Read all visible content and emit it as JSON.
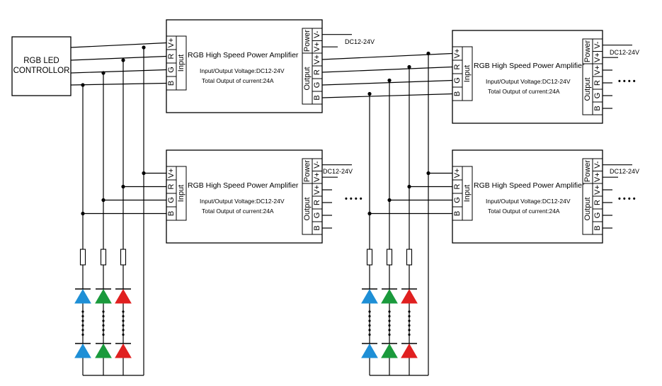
{
  "controller": {
    "line1": "RGB LED",
    "line2": "CONTROLLOR"
  },
  "amplifier": {
    "title": "RGB  High  Speed Power Amplifier",
    "spec_voltage": "Input/Output Voltage:DC12-24V",
    "spec_current": "Total Output of current:24A",
    "input_label": "Input",
    "output_label": "Output",
    "power_label": "Power",
    "input_pins": [
      "V+",
      "R",
      "G",
      "B"
    ],
    "output_pins": [
      "B",
      "G",
      "R",
      "V+"
    ],
    "power_pins": [
      "V+",
      "V-"
    ]
  },
  "power_supply_label": "DC12-24V",
  "continuation_dots": "• • • •",
  "led_colors": {
    "blue": "#1e8fd6",
    "green": "#1a9a3c",
    "red": "#e02020"
  }
}
